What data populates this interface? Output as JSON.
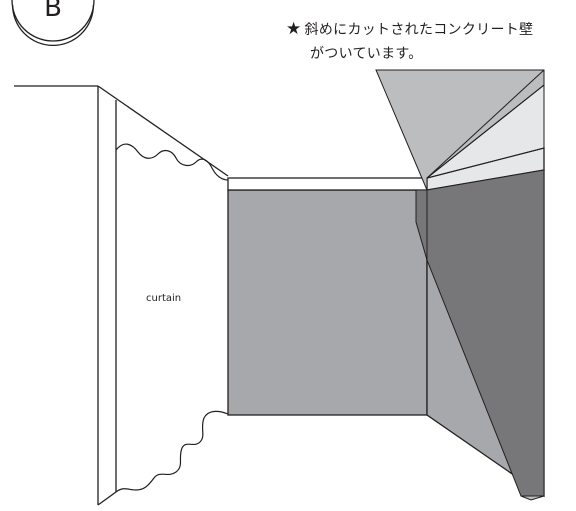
{
  "view_marker": "B",
  "note": {
    "star_icon": "star-icon",
    "line1": "斜めにカットされたコンクリート壁",
    "line2": "がついています。"
  },
  "labels": {
    "curtain": "curtain"
  },
  "colors": {
    "back_wall": "#a7a8ab",
    "right_wall": "#a7a8ab",
    "overlap_dark": "#77777a",
    "triangle_light": "#bcbdbf",
    "triangle_lighter": "#e6e7e8",
    "stroke": "#231f20"
  }
}
